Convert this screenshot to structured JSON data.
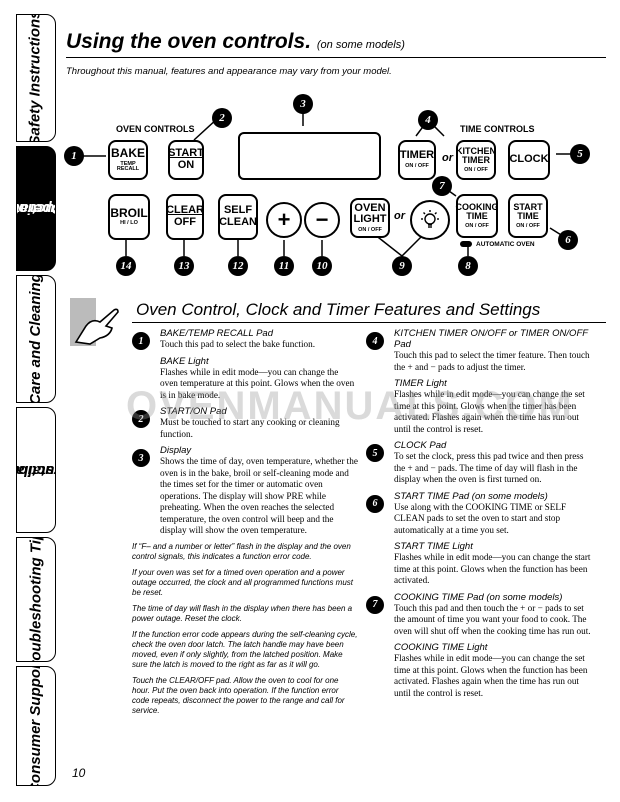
{
  "sidetabs": [
    {
      "label": "Safety Instructions",
      "active": false
    },
    {
      "label": "Operating Instructions",
      "line1": "Operating",
      "line2": "Instructions",
      "active": true
    },
    {
      "label": "Care and Cleaning",
      "active": false
    },
    {
      "label": "Installation Instructions",
      "line1": "Installation",
      "line2": "Instructions",
      "active": false
    },
    {
      "label": "Troubleshooting Tips",
      "active": false
    },
    {
      "label": "Consumer Support",
      "active": false
    }
  ],
  "header": {
    "title": "Using the oven controls.",
    "subtitle": "(on some models)"
  },
  "intro": "Throughout this manual, features and appearance may vary from your model.",
  "panel": {
    "oven_controls_label": "OVEN CONTROLS",
    "time_controls_label": "TIME CONTROLS",
    "or": "or",
    "automatic_oven": "AUTOMATIC OVEN",
    "pads": {
      "bake": {
        "main": "BAKE",
        "small": "TEMP\nRECALL"
      },
      "start_on": {
        "l1": "START",
        "l2": "ON"
      },
      "timer": {
        "main": "TIMER",
        "small": "ON / OFF"
      },
      "kitchen_timer": {
        "l1": "KITCHEN",
        "l2": "TIMER",
        "small": "ON / OFF"
      },
      "clock": {
        "main": "CLOCK"
      },
      "broil": {
        "main": "BROIL",
        "small": "HI / LO"
      },
      "clear_off": {
        "l1": "CLEAR",
        "l2": "OFF"
      },
      "self_clean": {
        "l1": "SELF",
        "l2": "CLEAN"
      },
      "plus": "+",
      "minus": "−",
      "oven_light": {
        "l1": "OVEN",
        "l2": "LIGHT",
        "small": "ON / OFF"
      },
      "cooking_time": {
        "l1": "COOKING",
        "l2": "TIME",
        "small": "ON / OFF"
      },
      "start_time": {
        "l1": "START",
        "l2": "TIME",
        "small": "ON / OFF"
      }
    },
    "callouts": [
      "1",
      "2",
      "3",
      "4",
      "5",
      "6",
      "7",
      "8",
      "9",
      "10",
      "11",
      "12",
      "13",
      "14"
    ]
  },
  "section": {
    "title": "Oven Control, Clock and Timer Features and Settings"
  },
  "left_items": [
    {
      "num": "1",
      "blocks": [
        {
          "h": "BAKE/TEMP RECALL Pad",
          "p": "Touch this pad to select the bake function."
        },
        {
          "h": "BAKE Light",
          "p": "Flashes while in edit mode—you can change the oven temperature at this point. Glows when the oven is in bake mode."
        }
      ]
    },
    {
      "num": "2",
      "blocks": [
        {
          "h": "START/ON Pad",
          "p": "Must be touched to start any cooking or cleaning function."
        }
      ]
    },
    {
      "num": "3",
      "blocks": [
        {
          "h": "Display",
          "p": "Shows the time of day, oven temperature, whether the oven is in the bake, broil or self-cleaning mode and the times set for the timer or automatic oven operations. The display will show PRE while preheating. When the oven reaches the selected temperature, the oven control will beep and the display will show the oven temperature."
        }
      ]
    }
  ],
  "notes": [
    "If “F– and a number or letter” flash in the display and the oven control signals, this indicates a function error code.",
    "If your oven was set for a timed oven operation and a power outage occurred, the clock and all programmed functions must be reset.",
    "The time of day will flash in the display when there has been a power outage. Reset the clock.",
    "If the function error code appears during the self-cleaning cycle, check the oven door latch. The latch handle may have been moved, even if only slightly, from the latched position. Make sure the latch is moved to the right as far as it will go.",
    "Touch the CLEAR/OFF pad. Allow the oven to cool for one hour. Put the oven back into operation. If the function error code repeats, disconnect the power to the range and call for service."
  ],
  "right_items": [
    {
      "num": "4",
      "blocks": [
        {
          "h": "KITCHEN TIMER ON/OFF or TIMER ON/OFF Pad",
          "p": "Touch this pad to select the timer feature. Then touch the + and − pads to adjust the timer."
        },
        {
          "h": "TIMER Light",
          "p": "Flashes while in edit mode—you can change the set time at this point. Glows when the timer has been activated. Flashes again when the time has run out until the control is reset."
        }
      ]
    },
    {
      "num": "5",
      "blocks": [
        {
          "h": "CLOCK Pad",
          "p": "To set the clock, press this pad twice and then press the + and − pads. The time of day will flash in the display when the oven is first turned on."
        }
      ]
    },
    {
      "num": "6",
      "blocks": [
        {
          "h": "START TIME Pad (on some models)",
          "p": "Use along with the COOKING TIME or SELF CLEAN pads to set the oven to start and stop automatically at a time you set."
        },
        {
          "h": "START TIME Light",
          "p": "Flashes while in edit mode—you can change the start time at this point. Glows when the function has been activated."
        }
      ]
    },
    {
      "num": "7",
      "blocks": [
        {
          "h": "COOKING TIME Pad (on some models)",
          "p": "Touch this pad and then touch the + or − pads to set the amount of time you want your food to cook. The oven will shut off when the cooking time has run out."
        },
        {
          "h": "COOKING TIME Light",
          "p": "Flashes while in edit mode—you can change the set time at this point. Glows when the function has been activated. Flashes again when the time has run out until the control is reset."
        }
      ]
    }
  ],
  "watermark": "OVENMANUALS.COM",
  "page_number": "10"
}
